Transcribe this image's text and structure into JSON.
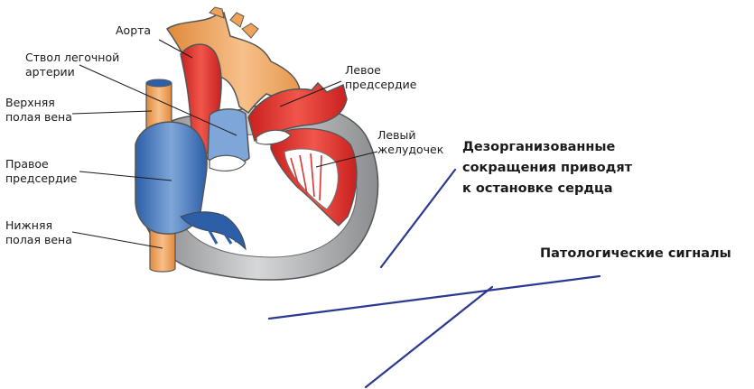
{
  "labels": {
    "aorta": "Аорта",
    "pulmonary_trunk": [
      "Ствол легочной",
      "артерии"
    ],
    "superior_vena_cava": [
      "Верхняя",
      "полая вена"
    ],
    "right_atrium": [
      "Правое",
      "предсердие"
    ],
    "inferior_vena_cava": [
      "Нижняя",
      "полая вена"
    ],
    "left_atrium": [
      "Левое",
      "предсердие"
    ],
    "left_ventricle": [
      "Левый",
      "желудочек"
    ]
  },
  "captions": {
    "disorganized": [
      "Дезорганизованные",
      "сокращения приводят",
      "к остановке сердца"
    ],
    "pathological": "Патологические сигналы"
  },
  "colors": {
    "aorta_orange": "#f2a35a",
    "red": "#e23a2f",
    "blue": "#2c6ab3",
    "light_blue": "#8fb3de",
    "gray": "#a7a9ac",
    "signal_line": "#2b3990"
  }
}
